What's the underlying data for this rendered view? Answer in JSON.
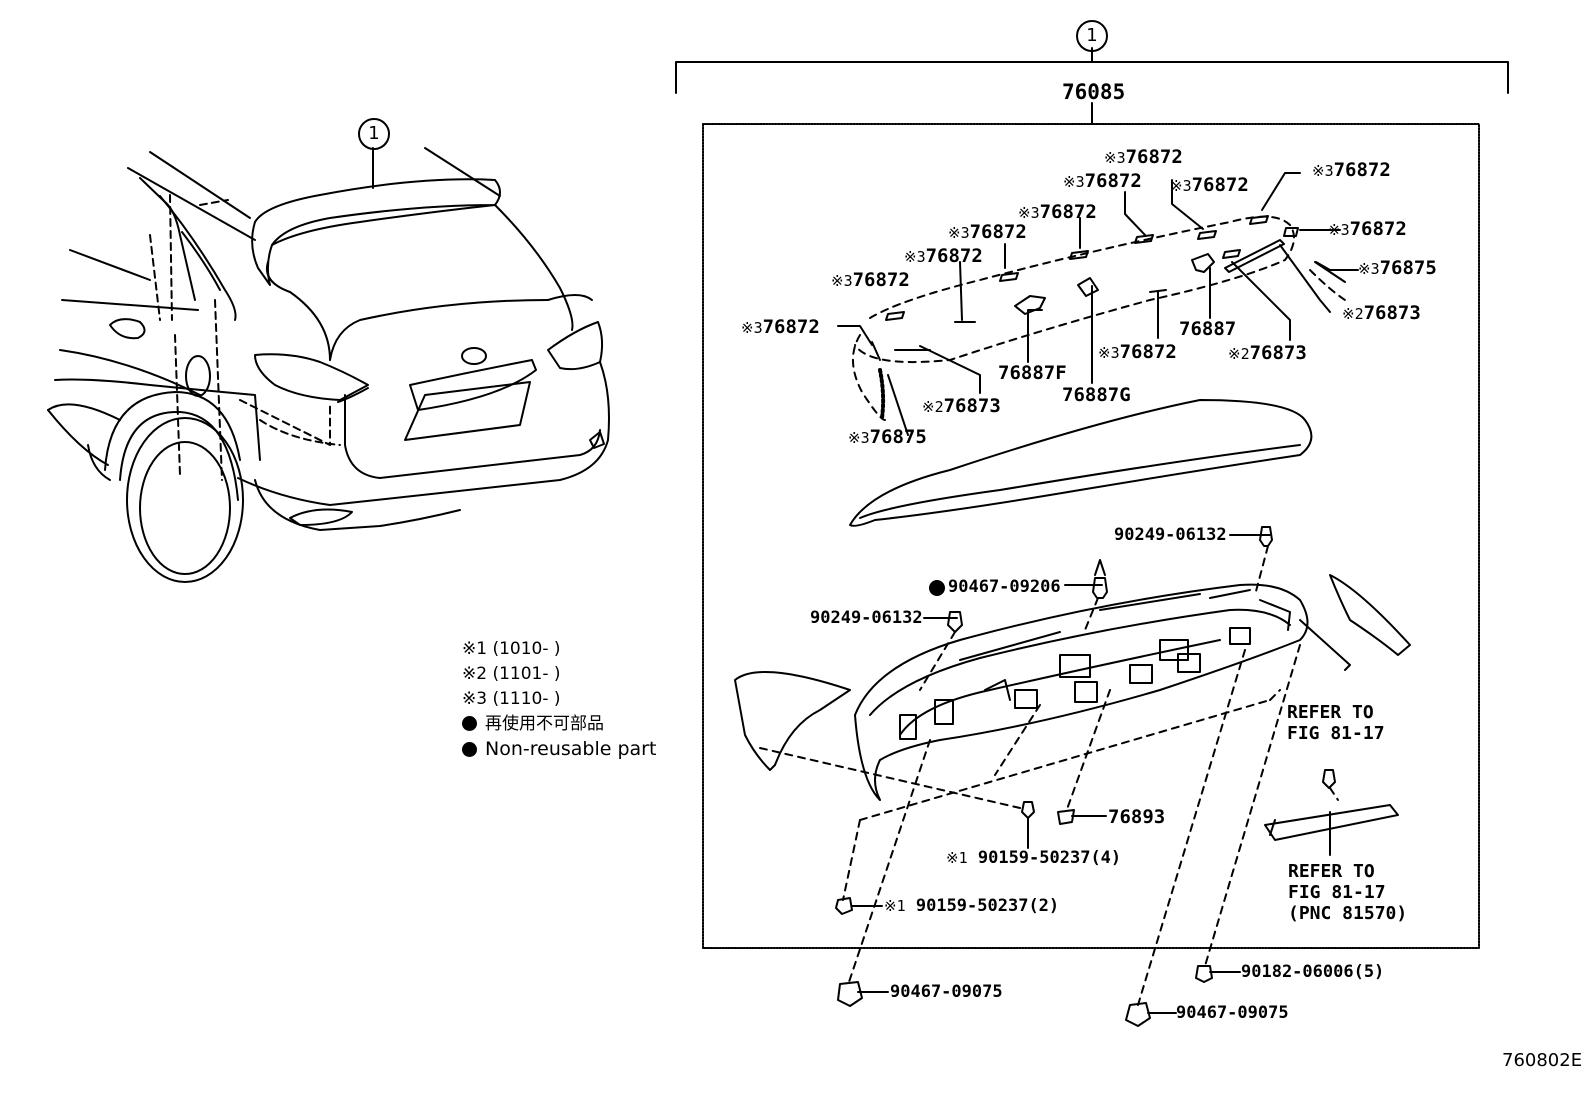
{
  "callout_number": "1",
  "assembly_part": "76085",
  "labels": {
    "p76872_a": {
      "mark": "※3",
      "num": "76872"
    },
    "p76872_b": {
      "mark": "※3",
      "num": "76872"
    },
    "p76872_c": {
      "mark": "※3",
      "num": "76872"
    },
    "p76872_d": {
      "mark": "※3",
      "num": "76872"
    },
    "p76872_e": {
      "mark": "※3",
      "num": "76872"
    },
    "p76872_f": {
      "mark": "※3",
      "num": "76872"
    },
    "p76872_g": {
      "mark": "※3",
      "num": "76872"
    },
    "p76872_h": {
      "mark": "※3",
      "num": "76872"
    },
    "p76872_i": {
      "mark": "※3",
      "num": "76872"
    },
    "p76872_j": {
      "mark": "※3",
      "num": "76872"
    },
    "p76872_k": {
      "mark": "※3",
      "num": "76872"
    },
    "p76875_a": {
      "mark": "※3",
      "num": "76875"
    },
    "p76875_b": {
      "mark": "※3",
      "num": "76875"
    },
    "p76873_a": {
      "mark": "※2",
      "num": "76873"
    },
    "p76873_b": {
      "mark": "※2",
      "num": "76873"
    },
    "p76873_c": {
      "mark": "※2",
      "num": "76873"
    },
    "p76887": {
      "num": "76887"
    },
    "p76887F": {
      "num": "76887F"
    },
    "p76887G": {
      "num": "76887G"
    },
    "p76893": {
      "num": "76893"
    },
    "p90249_a": {
      "num": "90249-06132"
    },
    "p90249_b": {
      "num": "90249-06132"
    },
    "p90467_09206": {
      "num": "90467-09206"
    },
    "p90159_a": {
      "mark": "※1",
      "num": "90159-50237(4)"
    },
    "p90159_b": {
      "mark": "※1",
      "num": "90159-50237(2)"
    },
    "p90467_09075_a": {
      "num": "90467-09075"
    },
    "p90467_09075_b": {
      "num": "90467-09075"
    },
    "p90182": {
      "num": "90182-06006(5)"
    }
  },
  "refer_top": [
    "REFER TO",
    "FIG 81-17"
  ],
  "refer_bottom": [
    "REFER TO",
    "FIG 81-17",
    "(PNC 81570)"
  ],
  "legend": {
    "note1": "※1 (1010-        )",
    "note2": "※2 (1101-        )",
    "note3": "※3 (1110-        )",
    "non_reusable_jp": "再使用不可部品",
    "non_reusable_en": "Non-reusable part"
  },
  "figure_code": "760802E"
}
